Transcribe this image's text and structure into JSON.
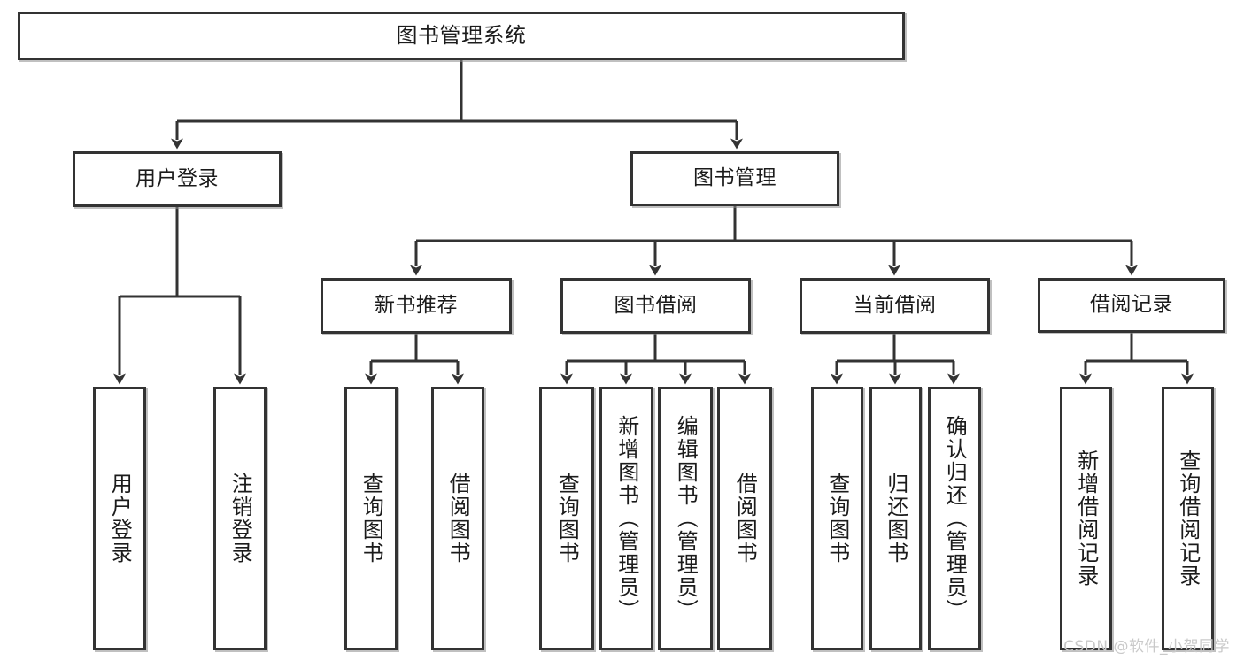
{
  "diagram": {
    "title": "图书管理系统",
    "type": "tree-hierarchy",
    "root": {
      "label": "图书管理系统"
    },
    "level1": [
      {
        "label": "用户登录"
      },
      {
        "label": "图书管理"
      }
    ],
    "level2": [
      {
        "label": "新书推荐"
      },
      {
        "label": "图书借阅"
      },
      {
        "label": "当前借阅"
      },
      {
        "label": "借阅记录"
      }
    ],
    "leaves": {
      "user_login": [
        {
          "label": "用户登录"
        },
        {
          "label": "注销登录"
        }
      ],
      "new_book_recommend": [
        {
          "label": "查询图书"
        },
        {
          "label": "借阅图书"
        }
      ],
      "book_borrow": [
        {
          "label": "查询图书"
        },
        {
          "label": "新增图书（管理员）"
        },
        {
          "label": "编辑图书（管理员）"
        },
        {
          "label": "借阅图书"
        }
      ],
      "current_borrow": [
        {
          "label": "查询图书"
        },
        {
          "label": "归还图书"
        },
        {
          "label": "确认归还（管理员）"
        }
      ],
      "borrow_record": [
        {
          "label": "新增借阅记录"
        },
        {
          "label": "查询借阅记录"
        }
      ]
    }
  },
  "watermark": {
    "text": "CSDN @软件_小贺同学"
  },
  "colors": {
    "border": "#333333",
    "background": "#ffffff",
    "text": "#1b1b1b",
    "watermark": "#c9c9c9"
  }
}
